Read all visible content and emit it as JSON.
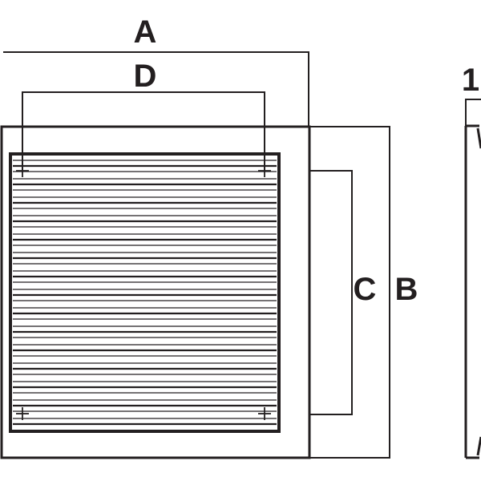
{
  "diagram": {
    "labels": {
      "a": "A",
      "b": "B",
      "c": "C",
      "d": "D",
      "side": "1"
    },
    "colors": {
      "line": "#231f20",
      "background": "#ffffff"
    }
  }
}
